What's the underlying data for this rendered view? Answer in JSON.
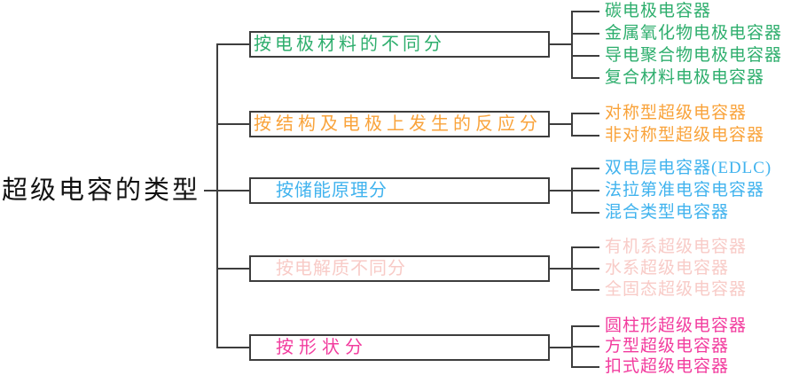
{
  "tree": {
    "root": "超级电容的类型",
    "branches": [
      {
        "label": "按电极材料的不同分",
        "color": "#2eae6d",
        "leaves": [
          "碳电极电容器",
          "金属氧化物电极电容器",
          "导电聚合物电极电容器",
          "复合材料电极电容器"
        ]
      },
      {
        "label": "按结构及电极上发生的反应分",
        "color": "#f9a33b",
        "leaves": [
          "对称型超级电容器",
          "非对称型超级电容器"
        ]
      },
      {
        "label": "按储能原理分",
        "color": "#41b3ee",
        "leaves": [
          "双电层电容器(EDLC)",
          "法拉第准电容电容器",
          "混合类型电容器"
        ]
      },
      {
        "label": "按电解质不同分",
        "color": "#f8cbc7",
        "leaves": [
          "有机系超级电容器",
          "水系超级电容器",
          "全固态超级电容器"
        ]
      },
      {
        "label": "按形状分",
        "color": "#f23c9e",
        "leaves": [
          "圆柱形超级电容器",
          "方型超级电容器",
          "扣式超级电容器"
        ]
      }
    ]
  },
  "colors": {
    "line": "#3d3d3d",
    "background": "#ffffff",
    "root_text": "#121212"
  }
}
